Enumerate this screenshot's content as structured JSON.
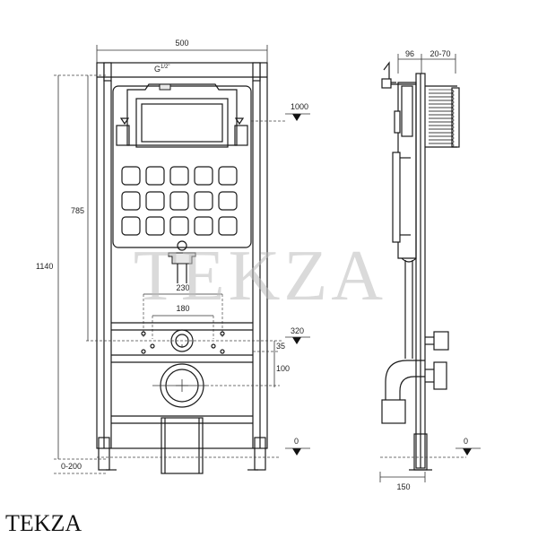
{
  "brand": "TEKZA",
  "watermark": "TEKZA",
  "front_view": {
    "width_label": "500",
    "height_total_label": "1140",
    "height_upper_label": "785",
    "feet_label": "0-200",
    "connection_label": "G",
    "connection_sup": "1/2\"",
    "spacing_230_label": "230",
    "spacing_180_label": "180",
    "dim_35_label": "35",
    "dim_100_label": "100"
  },
  "levels": {
    "level_1000": "1000",
    "level_320": "320",
    "level_0_front": "0",
    "level_0_side": "0"
  },
  "side_view": {
    "depth_label": "96",
    "adjust_label": "20-70",
    "base_label": "150"
  }
}
